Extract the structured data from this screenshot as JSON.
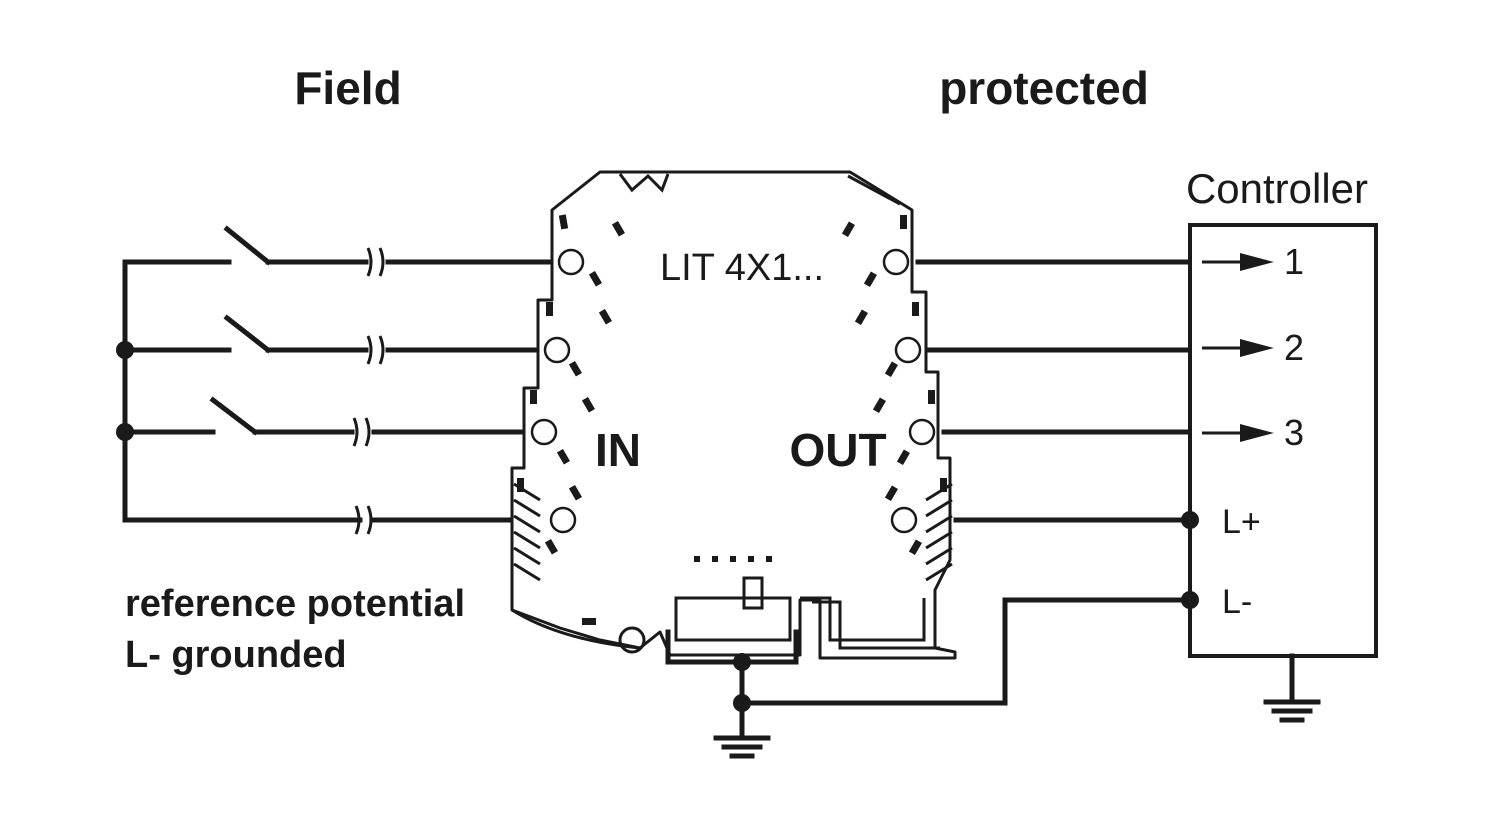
{
  "labels": {
    "field": "Field",
    "protected": "protected",
    "controller": "Controller",
    "module": "LIT 4X1...",
    "in": "IN",
    "out": "OUT",
    "reference_line1": "reference potential",
    "reference_line2": "L- grounded"
  },
  "controller_inputs": [
    "1",
    "2",
    "3"
  ],
  "controller_supply": [
    "L+",
    "L-"
  ]
}
